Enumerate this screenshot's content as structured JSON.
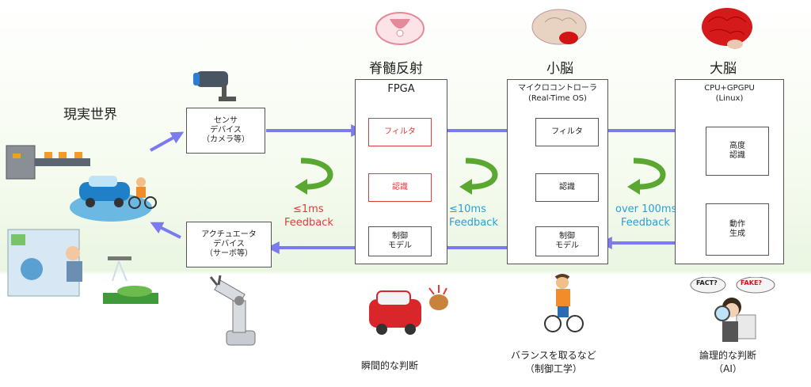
{
  "colors": {
    "arrow": "#7b7bef",
    "feedback_arrow": "#5aa832",
    "red": "#e23b3b",
    "blue": "#2aa0d6"
  },
  "real_world": {
    "title": "現実世界"
  },
  "sensor": {
    "label": "センサ\nデバイス\n（カメラ等）"
  },
  "actuator": {
    "label": "アクチュエータ\nデバイス\n（サーボ等）"
  },
  "spinal": {
    "title": "脊髄反射",
    "box_title": "FPGA",
    "filter": "フィルタ",
    "recognition": "認識",
    "control": "制御\nモデル",
    "caption": "瞬間的な判断"
  },
  "cerebellum": {
    "title": "小脳",
    "box_title": "マイクロコントローラ\n(Real-Time OS)",
    "filter": "フィルタ",
    "recognition": "認識",
    "control": "制御\nモデル",
    "caption": "バランスを取るなど\n（制御工学）"
  },
  "cerebrum": {
    "title": "大脳",
    "box_title": "CPU+GPGPU\n(Linux)",
    "recognition": "高度\n認識",
    "action": "動作\n生成",
    "caption": "論理的な判断\n（AI）"
  },
  "feedback": [
    {
      "time": "≤1ms",
      "label": "Feedback"
    },
    {
      "time": "≤10ms",
      "label": "Feedback"
    },
    {
      "time": "over 100ms",
      "label": "Feedback"
    }
  ],
  "illustration_text": {
    "fact": "FACT?",
    "fake": "FAKE?"
  }
}
